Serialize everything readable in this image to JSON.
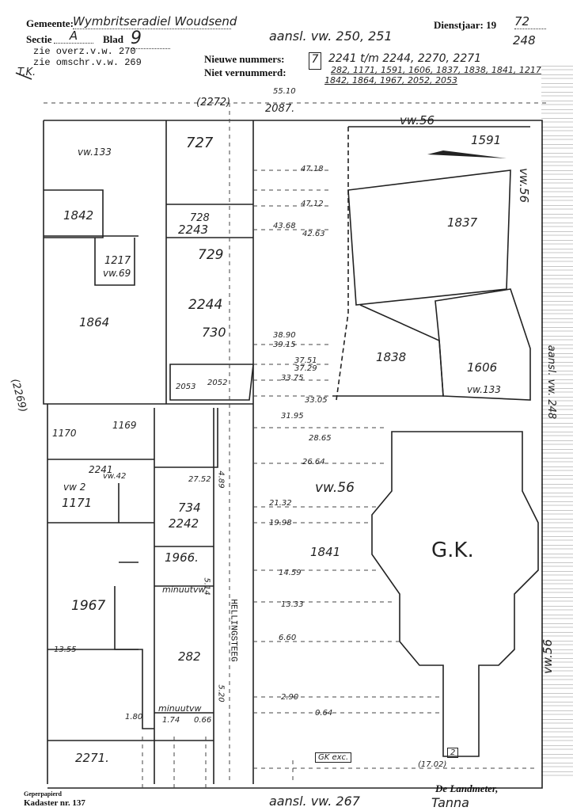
{
  "header": {
    "gemeente_label": "Gemeente:",
    "gemeente_value": "Wymbritseradiel  Woudsend",
    "sectie_label": "Sectie",
    "sectie_value": "A",
    "blad_label": "Blad",
    "blad_value": "9",
    "dienstjaar_label": "Dienstjaar: 19",
    "dienstjaar_value": "72",
    "number": "248",
    "aansl_top": "aansl. vw. 250, 251",
    "overz": "zie overz.v.w. 270",
    "omschr": "zie omschr.v.w. 269",
    "tk": "T.K.",
    "nieuwe_label": "Nieuwe nummers:",
    "nieuwe_value": "2241 t/m 2244, 2270, 2271",
    "niet_label": "Niet vernummerd:",
    "niet_value_1": "282, 1171, 1591, 1606, 1837, 1838, 1841, 1217",
    "niet_value_2": "1842, 1864, 1967, 2052, 2053",
    "box_number": "7"
  },
  "parcels": {
    "p727": "727",
    "p1591": "1591",
    "vw133a": "vw.133",
    "p1842": "1842",
    "p728": "728",
    "p2243": "2243",
    "p1217": "1217",
    "vw69": "vw.69",
    "p729": "729",
    "p1837": "1837",
    "p2244": "2244",
    "p1864": "1864",
    "p730": "730",
    "p1838": "1838",
    "p1606": "1606",
    "vw133b": "vw.133",
    "p2052": "2052",
    "p2053": "2053",
    "p1170": "1170",
    "p1169": "1169",
    "p2241": "2241",
    "vw42": "vw.42",
    "vw2": "vw 2",
    "p1171": "1171",
    "p734": "734",
    "p2242": "2242",
    "vw56a": "vw.56",
    "vw56b": "vw.56",
    "vw56c": "vw.56",
    "vw56d": "vw.56",
    "p1966": "1966.",
    "p1841": "1841",
    "gk": "G.K.",
    "p1967": "1967",
    "p282": "282",
    "minuutvw1": "minuutvw",
    "minuutvw2": "minuutvw",
    "street": "HELLINGSTEEG",
    "p2269": "(2269)",
    "p2272": "(2272)",
    "p2087": "2087.",
    "p2271": "2271.",
    "aansl_right": "aansl. vw. 248",
    "gk_exc": "GK exc.",
    "box2": "2",
    "p1702": "(17.02)"
  },
  "measurements": [
    "55.10",
    "47.18",
    "47.12",
    "43.68",
    "42.63",
    "38.90",
    "39.15",
    "37.51",
    "37.29",
    "33.75",
    "33.05",
    "31.95",
    "28.65",
    "26.64",
    "21.32",
    "19.98",
    "14.59",
    "13.33",
    "6.60",
    "2.90",
    "0.64",
    "13.55",
    "1.80",
    "1.74",
    "0.66",
    "27.52",
    "4.89",
    "5.14",
    "5.20"
  ],
  "footer": {
    "gepperpapier": "Geperpapierd",
    "kadaster": "Kadaster nr. 137",
    "aansl_bottom": "aansl. vw. 267",
    "landmeter": "De Landmeter,",
    "signature": "Tanna"
  }
}
